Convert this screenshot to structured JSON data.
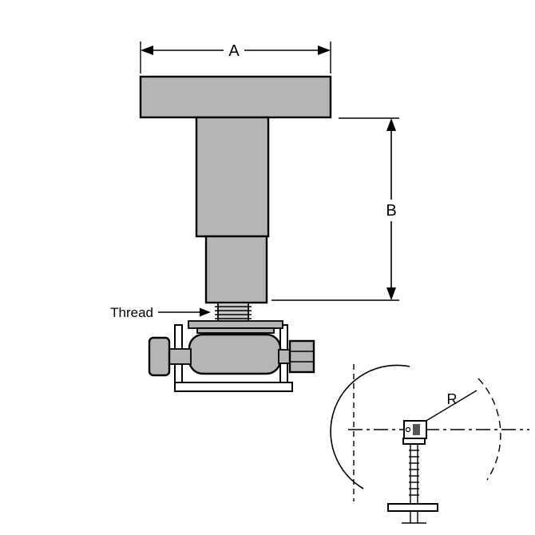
{
  "colors": {
    "part_fill": "#b5b5b5",
    "part_fill_light": "#c8c8c8",
    "outline": "#000000",
    "background": "#ffffff"
  },
  "dimensions": {
    "width_label": "A",
    "height_label": "B"
  },
  "callouts": {
    "thread_label": "Thread",
    "radius_label": "R"
  }
}
